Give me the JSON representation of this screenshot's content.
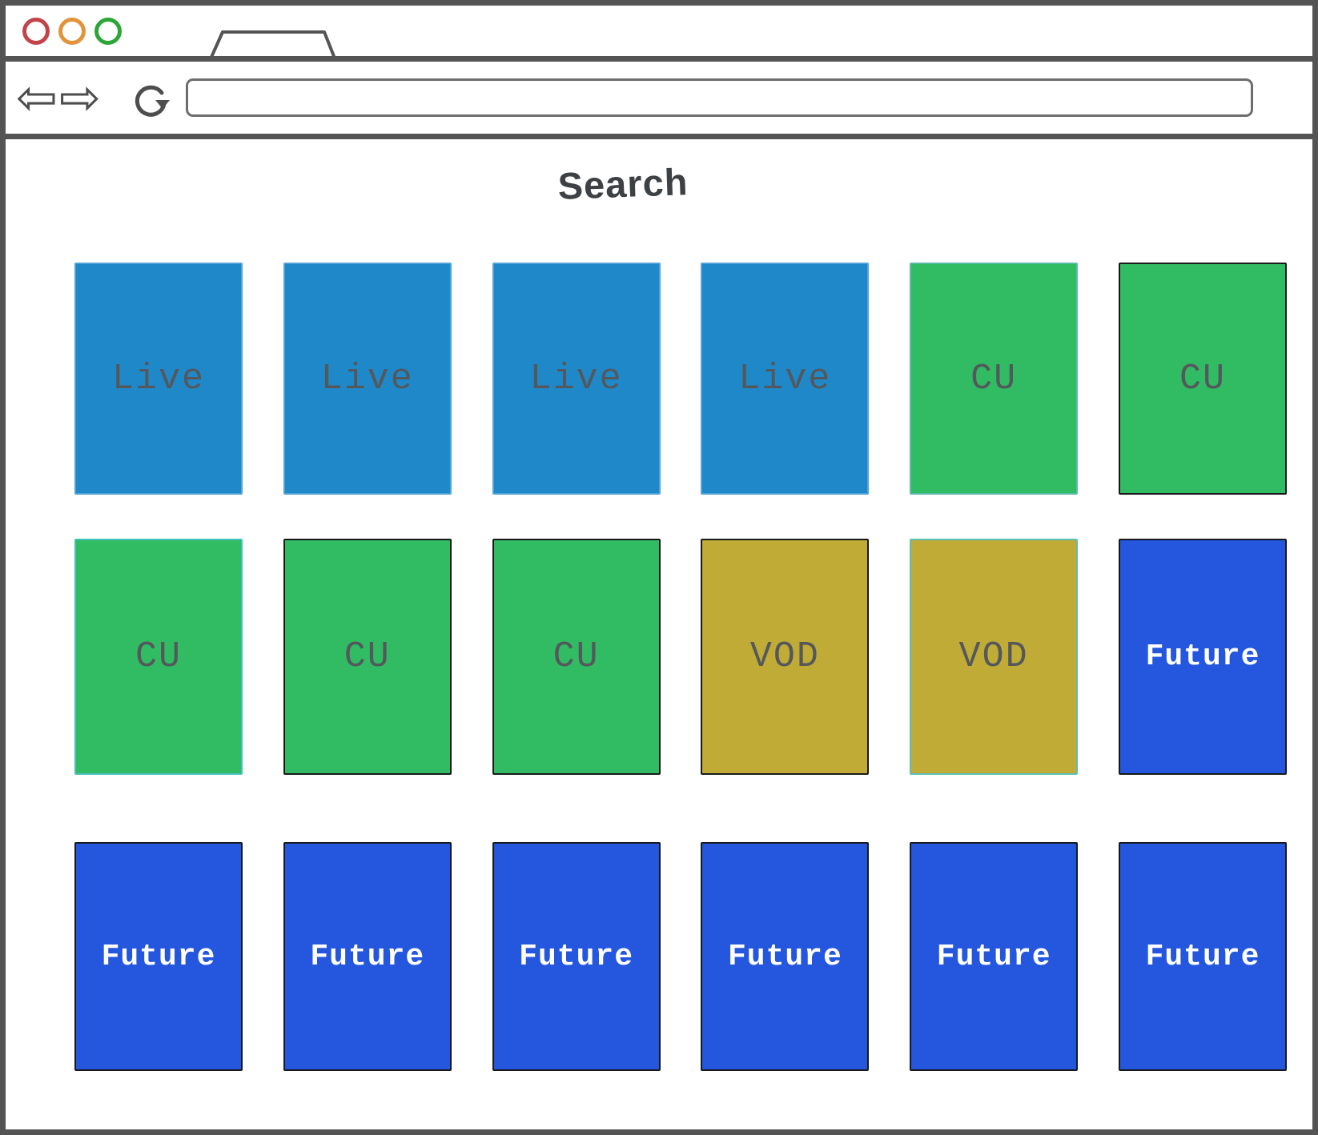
{
  "browser": {
    "window_controls": [
      {
        "name": "close",
        "color": "#c2444b"
      },
      {
        "name": "minimize",
        "color": "#e2943c"
      },
      {
        "name": "zoom",
        "color": "#2ba637"
      }
    ],
    "tab_label": "",
    "icons": {
      "back": "⇦",
      "forward": "⇨",
      "reload": "reload-circular-arrow"
    },
    "url_value": ""
  },
  "page": {
    "title": "Search"
  },
  "colors": {
    "frame": "#545454",
    "live": "#1e88c8",
    "cu": "#31bc63",
    "vod": "#bfab35",
    "future": "#2456de",
    "card_text": "#54585c",
    "future_text": "#ffffff"
  },
  "grid": {
    "rows": [
      {
        "cards": [
          {
            "label": "Live",
            "category": "live",
            "edge": "light"
          },
          {
            "label": "Live",
            "category": "live",
            "edge": "light"
          },
          {
            "label": "Live",
            "category": "live",
            "edge": "light"
          },
          {
            "label": "Live",
            "category": "live",
            "edge": "light"
          },
          {
            "label": "CU",
            "category": "cu",
            "edge": "light"
          },
          {
            "label": "CU",
            "category": "cu",
            "edge": "dark"
          }
        ]
      },
      {
        "cards": [
          {
            "label": "CU",
            "category": "cu",
            "edge": "teal"
          },
          {
            "label": "CU",
            "category": "cu",
            "edge": "dark"
          },
          {
            "label": "CU",
            "category": "cu",
            "edge": "dark"
          },
          {
            "label": "VOD",
            "category": "vod",
            "edge": "dark"
          },
          {
            "label": "VOD",
            "category": "vod",
            "edge": "teal"
          },
          {
            "label": "Future",
            "category": "future",
            "edge": "dark"
          }
        ]
      },
      {
        "cards": [
          {
            "label": "Future",
            "category": "future",
            "edge": "dark"
          },
          {
            "label": "Future",
            "category": "future",
            "edge": "dark"
          },
          {
            "label": "Future",
            "category": "future",
            "edge": "dark"
          },
          {
            "label": "Future",
            "category": "future",
            "edge": "dark"
          },
          {
            "label": "Future",
            "category": "future",
            "edge": "dark"
          },
          {
            "label": "Future",
            "category": "future",
            "edge": "dark"
          }
        ]
      }
    ]
  }
}
